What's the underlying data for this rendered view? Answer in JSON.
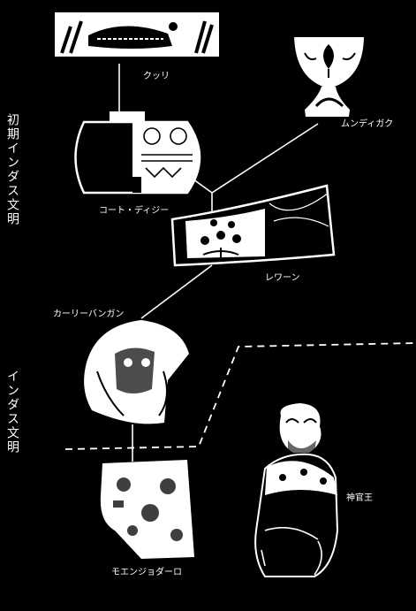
{
  "periods": {
    "early": "初期インダス文明",
    "mature": "インダス文明"
  },
  "labels": {
    "kulli": "クッリ",
    "mundigak": "ムンディガク",
    "kot_diji": "コート・ディジー",
    "rehman": "レワーン",
    "kalibangan": "カーリーバンガン",
    "mohenjo_daro": "モエンジョダーロ",
    "priest_king": "神官王"
  },
  "colors": {
    "background": "#000000",
    "line": "#ffffff"
  }
}
